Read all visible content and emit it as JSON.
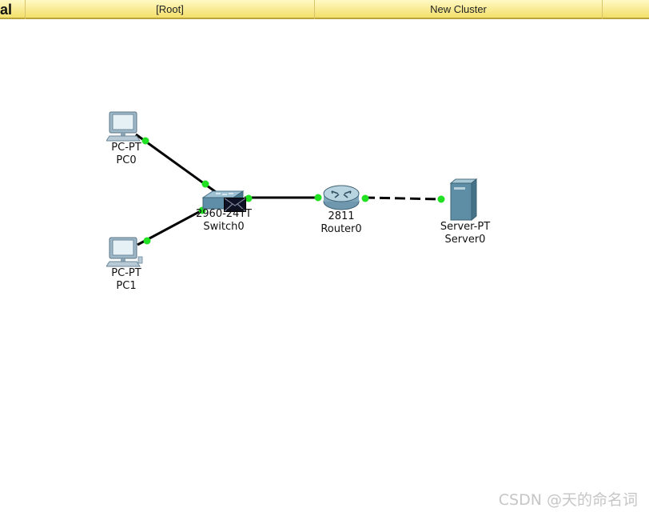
{
  "topbar": {
    "mode": "al",
    "root": "[Root]",
    "cluster": "New Cluster"
  },
  "devices": {
    "pc0": {
      "model": "PC-PT",
      "name": "PC0"
    },
    "pc1": {
      "model": "PC-PT",
      "name": "PC1"
    },
    "switch0": {
      "model": "2960-24TT",
      "name": "Switch0"
    },
    "router0": {
      "model": "2811",
      "name": "Router0"
    },
    "server0": {
      "model": "Server-PT",
      "name": "Server0"
    }
  },
  "link_status_color": "#22e022",
  "watermark": "CSDN @天的命名词"
}
